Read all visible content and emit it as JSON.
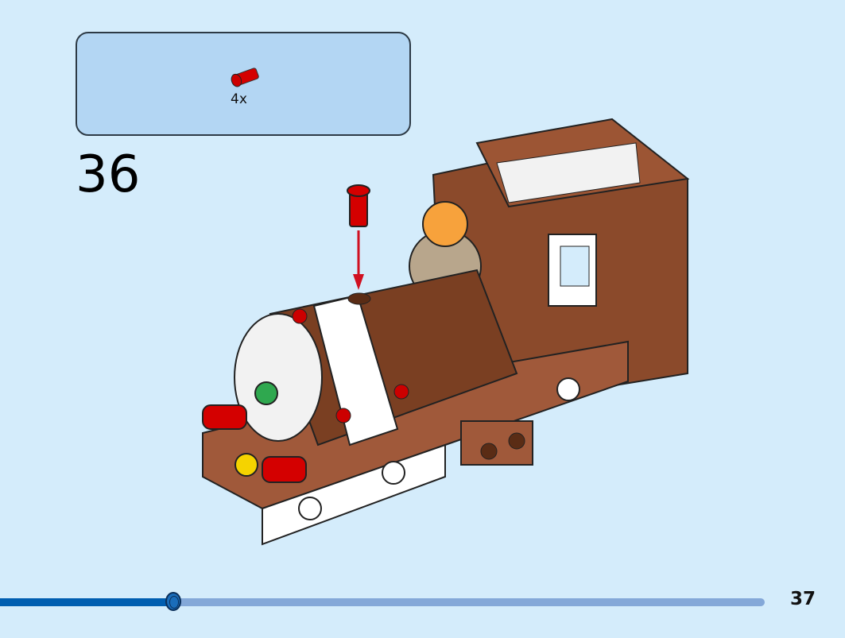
{
  "parts_list": {
    "items": [
      {
        "icon": "red-pin-icon",
        "quantity": "4x"
      }
    ]
  },
  "step_number": "36",
  "page_number": "37",
  "progress": {
    "fraction": 0.228
  },
  "colors": {
    "background": "#d4ecfb",
    "parts_box": "#b3d6f3",
    "progress_fill": "#005eb0",
    "progress_track": "#84a8d8"
  }
}
